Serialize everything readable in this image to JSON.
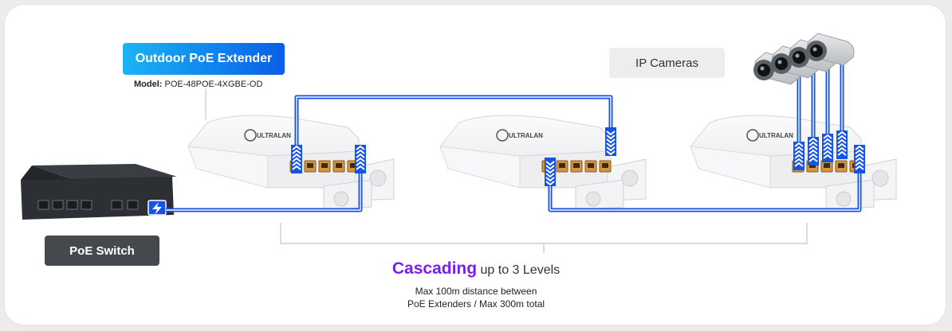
{
  "labels": {
    "extender_title": "Outdoor PoE Extender",
    "model_prefix": "Model:",
    "model_value": "POE-48POE-4XGBE-OD",
    "cameras": "IP Cameras",
    "switch": "PoE Switch",
    "cascading_word": "Cascading",
    "cascading_rest": "up to 3 Levels",
    "note_line1": "Max 100m distance between",
    "note_line2": "PoE Extenders / Max 300m total",
    "brand": "ULTRALAN"
  },
  "colors": {
    "cable": "#1552e6",
    "accent_purple": "#7a1ff0",
    "switch_body": "#2c2f33",
    "extender_body": "#f5f6f7",
    "port_orange": "#c98a37"
  },
  "icons": [
    "lightning-icon",
    "chevron-flow-icon",
    "camera-icon"
  ]
}
